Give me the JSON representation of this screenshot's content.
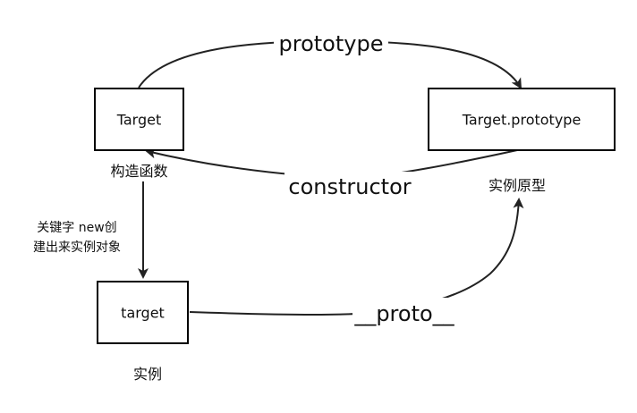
{
  "diagram": {
    "nodes": {
      "target_constructor": {
        "label": "Target",
        "caption": "构造函数"
      },
      "target_prototype": {
        "label": "Target.prototype",
        "caption": "实例原型"
      },
      "target_instance": {
        "label": "target",
        "caption": "实例"
      }
    },
    "edges": {
      "prototype": {
        "label": "prototype"
      },
      "constructor": {
        "label": "constructor"
      },
      "proto": {
        "label": "__proto__"
      },
      "new": {
        "label_lines": [
          "关键字 new创",
          "建出来实例对象"
        ]
      }
    },
    "colors": {
      "stroke": "#000000",
      "line": "#222222",
      "text": "#111111",
      "background": "#ffffff"
    }
  }
}
